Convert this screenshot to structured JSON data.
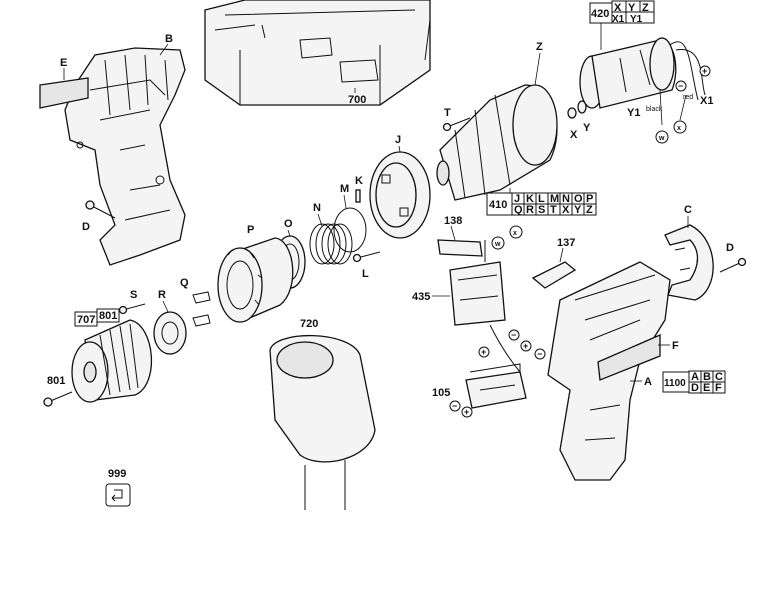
{
  "parts": {
    "E": "E",
    "B": "B",
    "D_left": "D",
    "n700": "700",
    "Z": "Z",
    "n420": "420",
    "X": "X",
    "Y": "Y",
    "Z2": "Z",
    "X1": "X1",
    "Y1": "Y1",
    "X1_right": "X1",
    "Y1_left": "Y1",
    "black": "black",
    "red": "red",
    "X_mid": "X",
    "Y_mid": "Y",
    "T": "T",
    "J": "J",
    "K": "K",
    "M": "M",
    "N": "N",
    "O": "O",
    "P": "P",
    "L": "L",
    "n410": "410",
    "table410_row1": [
      "J",
      "K",
      "L",
      "M",
      "N",
      "O",
      "P"
    ],
    "table410_row2": [
      "Q",
      "R",
      "S",
      "T",
      "X",
      "Y",
      "Z"
    ],
    "n138": "138",
    "n137": "137",
    "C": "C",
    "D_right": "D",
    "n435": "435",
    "F": "F",
    "A": "A",
    "n1100": "1100",
    "table1100_row1": [
      "A",
      "B",
      "C"
    ],
    "table1100_row2": [
      "D",
      "E",
      "F"
    ],
    "n105": "105",
    "n720": "720",
    "Q": "Q",
    "S": "S",
    "R": "R",
    "n707": "707",
    "n801": "801",
    "n801b": "801",
    "n999": "999",
    "w": "w",
    "x": "x",
    "plus": "+",
    "minus": "−"
  }
}
